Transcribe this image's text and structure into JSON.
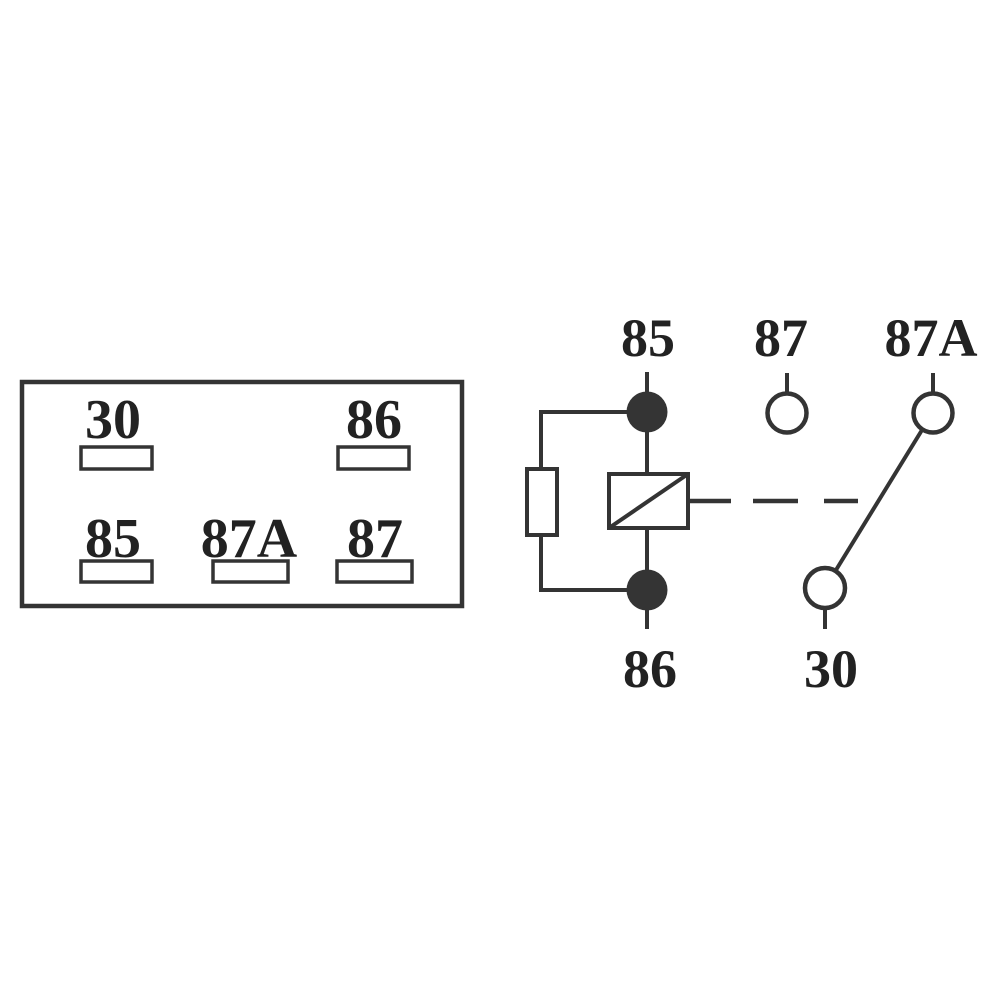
{
  "figure": {
    "kind": "relay pin layout and internal circuit schematic",
    "colors": {
      "background": "#ffffff",
      "line": "#343434",
      "text": "#222222"
    },
    "pinout_box": {
      "pins": [
        {
          "label": "30",
          "row": "top",
          "slot": "left"
        },
        {
          "label": "86",
          "row": "top",
          "slot": "right"
        },
        {
          "label": "85",
          "row": "bottom",
          "slot": "left"
        },
        {
          "label": "87A",
          "row": "bottom",
          "slot": "center"
        },
        {
          "label": "87",
          "row": "bottom",
          "slot": "right"
        }
      ]
    },
    "schematic": {
      "terminals": [
        {
          "label": "85",
          "marker": "filled-dot",
          "position": "top-left"
        },
        {
          "label": "87",
          "marker": "open-circle",
          "position": "top-center"
        },
        {
          "label": "87A",
          "marker": "open-circle",
          "position": "top-right"
        },
        {
          "label": "86",
          "marker": "filled-dot",
          "position": "bottom-left"
        },
        {
          "label": "30",
          "marker": "open-circle",
          "position": "bottom-center"
        }
      ],
      "components": [
        {
          "name": "coil",
          "symbol": "rectangle-with-diagonal",
          "between": [
            "85",
            "86"
          ]
        },
        {
          "name": "resistor",
          "symbol": "small-rectangle",
          "between": [
            "85",
            "86"
          ]
        },
        {
          "name": "switch-arm",
          "connects": [
            "30",
            "87A"
          ]
        },
        {
          "name": "actuation-link",
          "symbol": "dashed-line",
          "from": "coil",
          "to": "switch-arm"
        }
      ]
    }
  }
}
